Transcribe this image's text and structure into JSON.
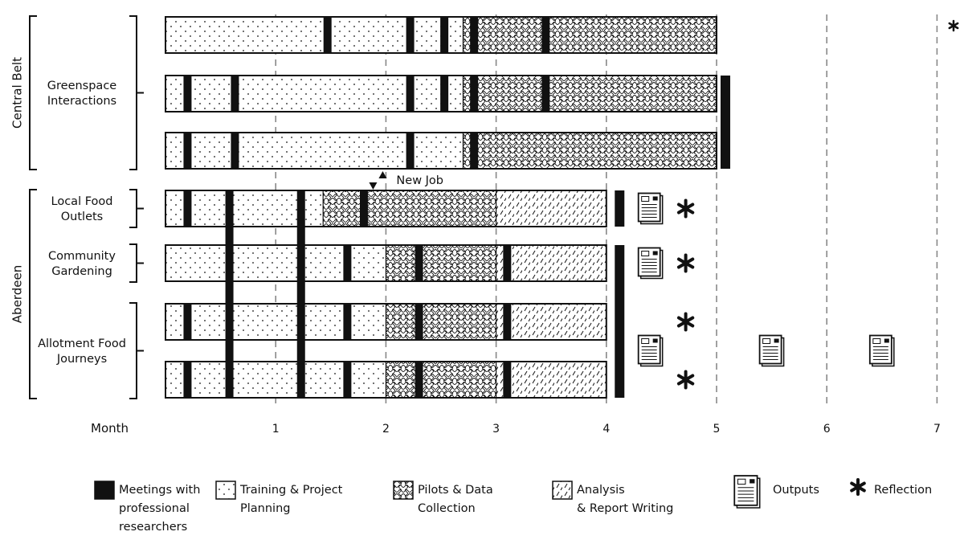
{
  "chart_data": {
    "type": "gantt",
    "x_axis": {
      "label": "Month",
      "range": [
        0,
        7
      ],
      "ticks": [
        "1",
        "2",
        "3",
        "4",
        "5",
        "6",
        "7"
      ],
      "grid": "dashed"
    },
    "groups": [
      {
        "name": "Central Belt",
        "label_lines": [
          "Central Belt"
        ]
      },
      {
        "name": "Aberdeen",
        "label_lines": [
          "Aberdeen"
        ]
      }
    ],
    "projects": [
      {
        "name": "Greenspace Interactions",
        "label_lines": [
          "Greenspace",
          "Interactions"
        ],
        "group": "Central Belt"
      },
      {
        "name": "Local Food Outlets",
        "label_lines": [
          "Local Food",
          "Outlets"
        ],
        "group": "Aberdeen"
      },
      {
        "name": "Community Gardening",
        "label_lines": [
          "Community",
          "Gardening"
        ],
        "group": "Aberdeen"
      },
      {
        "name": "Allotment Food Journeys",
        "label_lines": [
          "Allotment Food",
          "Journeys"
        ],
        "group": "Aberdeen"
      }
    ],
    "rows": [
      {
        "project": "Greenspace Interactions",
        "segments": [
          {
            "phase": "training",
            "start": 0,
            "end": 2.7
          },
          {
            "phase": "pilots",
            "start": 2.7,
            "end": 5.0
          }
        ],
        "meetings": [
          1.47,
          2.22,
          2.53,
          2.8,
          3.45
        ]
      },
      {
        "project": "Greenspace Interactions",
        "segments": [
          {
            "phase": "training",
            "start": 0,
            "end": 2.7
          },
          {
            "phase": "pilots",
            "start": 2.7,
            "end": 5.0
          }
        ],
        "meetings": [
          0.2,
          0.63,
          2.22,
          2.53,
          2.8,
          3.45
        ]
      },
      {
        "project": "Greenspace Interactions",
        "segments": [
          {
            "phase": "training",
            "start": 0,
            "end": 2.7
          },
          {
            "phase": "pilots",
            "start": 2.7,
            "end": 5.0
          }
        ],
        "meetings": [
          0.2,
          0.63,
          2.22,
          2.8
        ]
      },
      {
        "project": "Local Food Outlets",
        "segments": [
          {
            "phase": "training",
            "start": 0,
            "end": 1.43
          },
          {
            "phase": "pilots",
            "start": 1.43,
            "end": 3.0
          },
          {
            "phase": "analysis",
            "start": 3.0,
            "end": 4.0
          }
        ],
        "meetings": [
          0.2,
          1.8
        ]
      },
      {
        "project": "Community Gardening",
        "segments": [
          {
            "phase": "training",
            "start": 0,
            "end": 2.0
          },
          {
            "phase": "pilots",
            "start": 2.0,
            "end": 3.0
          },
          {
            "phase": "analysis",
            "start": 3.0,
            "end": 4.0
          }
        ],
        "meetings": [
          1.65,
          2.3,
          3.1
        ]
      },
      {
        "project": "Allotment Food Journeys",
        "segments": [
          {
            "phase": "training",
            "start": 0,
            "end": 2.0
          },
          {
            "phase": "pilots",
            "start": 2.0,
            "end": 3.0
          },
          {
            "phase": "analysis",
            "start": 3.0,
            "end": 4.0
          }
        ],
        "meetings": [
          0.2,
          1.65,
          2.3,
          3.1
        ]
      },
      {
        "project": "Allotment Food Journeys",
        "segments": [
          {
            "phase": "training",
            "start": 0,
            "end": 2.0
          },
          {
            "phase": "pilots",
            "start": 2.0,
            "end": 3.0
          },
          {
            "phase": "analysis",
            "start": 3.0,
            "end": 4.0
          }
        ],
        "meetings": [
          0.2,
          1.65,
          2.3,
          3.1
        ]
      }
    ],
    "spanning_meetings": [
      {
        "month": 0.58,
        "rows": [
          3,
          6
        ]
      },
      {
        "month": 1.23,
        "rows": [
          3,
          6
        ]
      }
    ],
    "end_meetings": [
      {
        "month": 5.08,
        "rows": [
          1,
          2
        ]
      },
      {
        "month": 4.12,
        "rows": [
          3,
          3
        ]
      },
      {
        "month": 4.12,
        "rows": [
          4,
          6
        ]
      }
    ],
    "markers": [
      {
        "type": "outputs",
        "month": 4.4,
        "row": 3
      },
      {
        "type": "outputs",
        "month": 4.4,
        "row": 4
      },
      {
        "type": "outputs",
        "month": 4.4,
        "row": 5.5
      },
      {
        "type": "outputs",
        "month": 5.5,
        "row": 5.5
      },
      {
        "type": "outputs",
        "month": 6.5,
        "row": 5.5
      },
      {
        "type": "reflection",
        "month": 4.72,
        "row": 3
      },
      {
        "type": "reflection",
        "month": 4.72,
        "row": 4
      },
      {
        "type": "reflection",
        "month": 4.72,
        "row": 5
      },
      {
        "type": "reflection",
        "month": 4.72,
        "row": 6
      },
      {
        "type": "reflection",
        "month": 7.15,
        "row": 0,
        "small": true
      }
    ],
    "annotation": {
      "text": "New Job",
      "month": 1.92
    },
    "legend": {
      "placement": "bottom",
      "items": [
        {
          "key": "meetings",
          "lines": [
            "Meetings with",
            "professional",
            "researchers"
          ]
        },
        {
          "key": "training",
          "lines": [
            "Training & Project",
            "Planning"
          ]
        },
        {
          "key": "pilots",
          "lines": [
            "Pilots & Data",
            "Collection"
          ]
        },
        {
          "key": "analysis",
          "lines": [
            "Analysis",
            "& Report Writing"
          ]
        },
        {
          "key": "outputs",
          "lines": [
            "Outputs"
          ]
        },
        {
          "key": "reflection",
          "lines": [
            "Reflection"
          ]
        }
      ]
    },
    "colors": {
      "ink": "#111111",
      "grid": "#888888",
      "fill": "#ffffff"
    }
  }
}
